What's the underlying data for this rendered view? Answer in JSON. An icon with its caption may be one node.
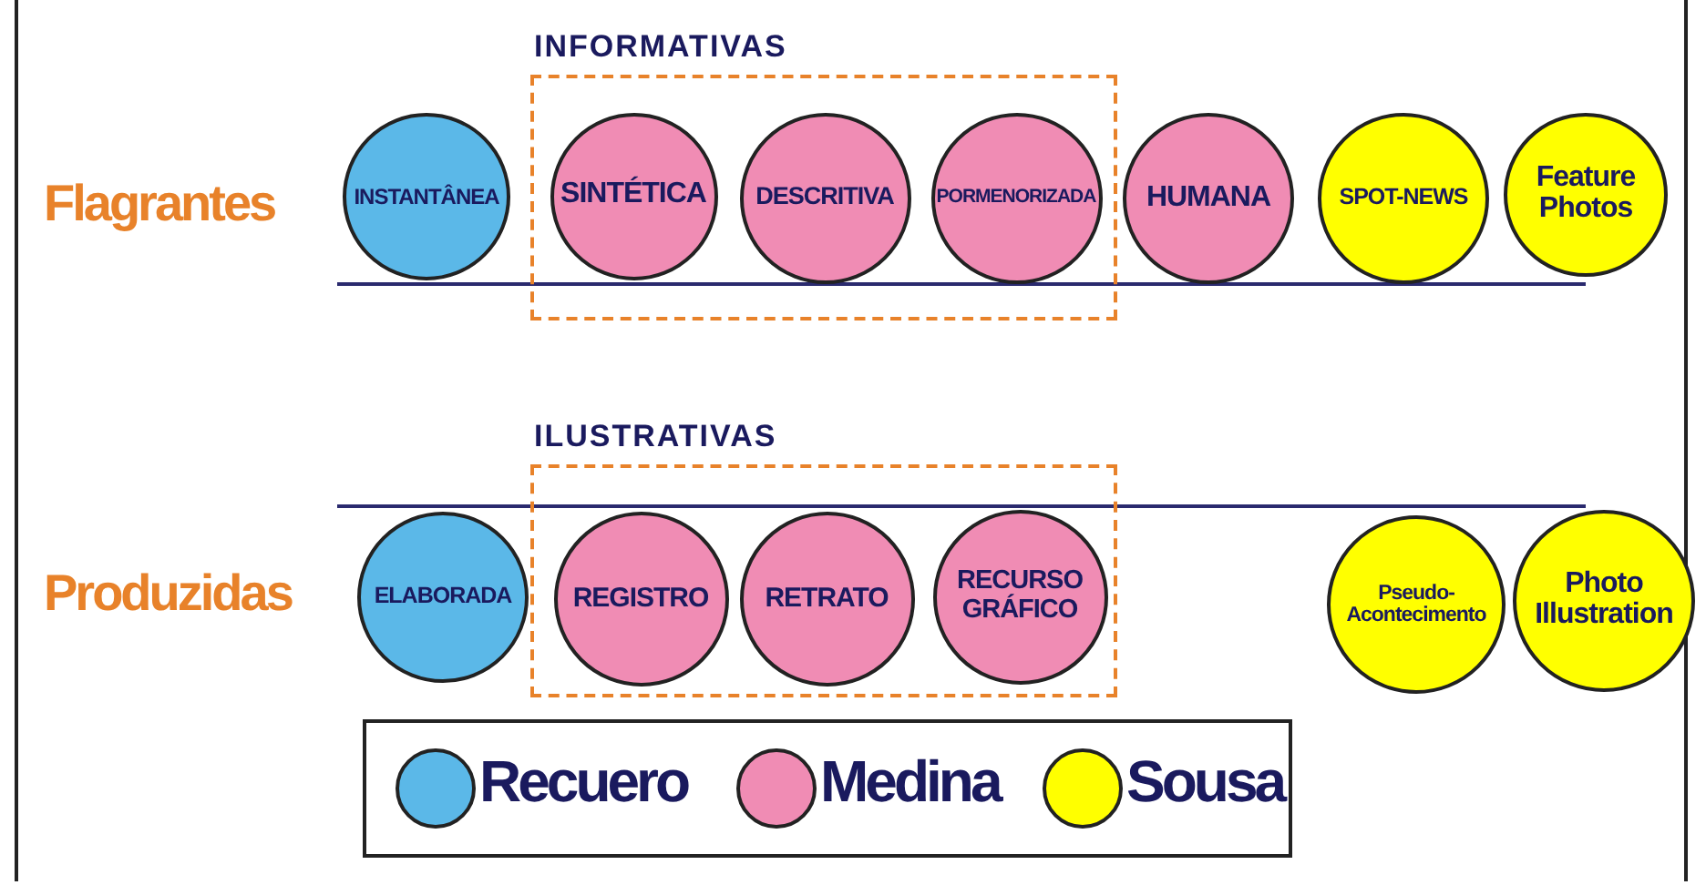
{
  "diagram": {
    "nodes": [
      {
        "text": [
          "INSTANTÂNEA"
        ]
      },
      {
        "text": [
          "INFORMATIVAS"
        ]
      },
      {
        "text": [
          "SINTÉTICA"
        ],
        "in": 1
      },
      {
        "text": [
          "DESCRITIVA"
        ],
        "in": 1
      },
      {
        "text": [
          "PORMENORIZADA"
        ],
        "in": 1
      },
      {
        "text": [
          "HUMANA"
        ]
      },
      {
        "text": [
          "SPOT-NEWS"
        ]
      },
      {
        "text": [
          "Feature Photos"
        ]
      },
      {
        "text": [
          "ILUSTRATIVAS"
        ]
      },
      {
        "text": [
          "ELABORADA"
        ]
      },
      {
        "text": [
          "REGISTRO"
        ],
        "in": 8
      },
      {
        "text": [
          "RETRATO"
        ],
        "in": 8
      },
      {
        "text": [
          "RECURSO GRÁFICO"
        ],
        "in": 8
      },
      {
        "text": [
          "Pseudo- Acontecimento"
        ]
      },
      {
        "text": [
          "Photo Illustration"
        ]
      }
    ],
    "edges": [],
    "labels": [
      "Flagrantes",
      "Produzidas"
    ],
    "legend": [
      {
        "text": "Recuero",
        "color": "#5bb8e8"
      },
      {
        "text": "Medina",
        "color": "#f08cb4"
      },
      {
        "text": "Sousa",
        "color": "#ffff00"
      }
    ]
  }
}
